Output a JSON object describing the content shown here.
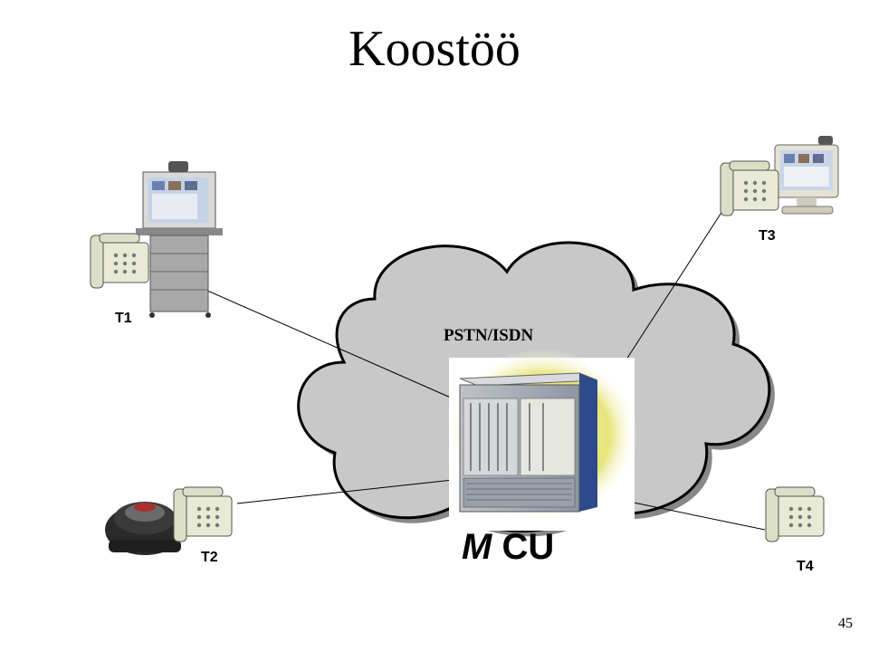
{
  "title": "Koostöö",
  "slide_number": "45",
  "network": {
    "label": "PSTN/ISDN"
  },
  "mcu": {
    "letter_m": "M",
    "letters_cu": "CU"
  },
  "terminals": [
    {
      "id": "T1",
      "label": "T1"
    },
    {
      "id": "T2",
      "label": "T2"
    },
    {
      "id": "T3",
      "label": "T3"
    },
    {
      "id": "T4",
      "label": "T4"
    }
  ],
  "colors": {
    "cloud_fill": "#c8c8c8",
    "cloud_stroke": "#000000",
    "phone_body": "#e8ead6",
    "device_gray": "#9a9a9a",
    "mcu_glow": "#e9e98a"
  },
  "icons": [
    "videoconf-cart-icon",
    "desk-phone-icon",
    "desktop-videoconf-icon",
    "conference-phone-icon",
    "mcu-chassis-icon",
    "cloud-icon"
  ]
}
